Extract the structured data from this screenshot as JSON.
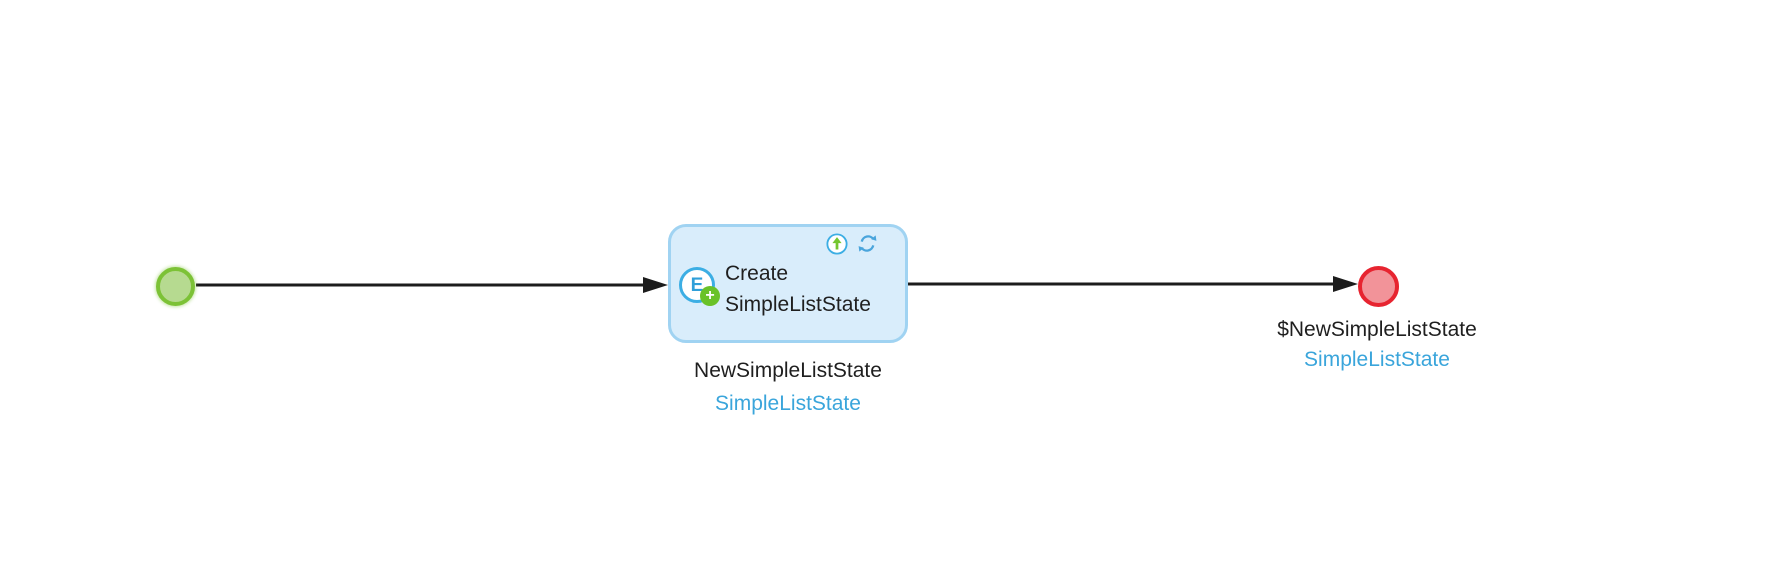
{
  "diagram": {
    "kind": "action-flow",
    "background": "#ffffff",
    "start_node": {
      "shape": "circle",
      "fill": "#b6da90",
      "border": "#7cc236"
    },
    "activity_node": {
      "label_line1": "Create",
      "label_line2": "SimpleListState",
      "fill": "#d9edfb",
      "border": "#a0d3f2",
      "entity_icon_letter": "E",
      "plus_badge_glyph": "+",
      "caption": {
        "name": "NewSimpleListState",
        "type": "SimpleListState"
      }
    },
    "end_node": {
      "shape": "circle",
      "fill": "#f29399",
      "border": "#e72430",
      "caption": {
        "name": "$NewSimpleListState",
        "type": "SimpleListState"
      }
    },
    "colors": {
      "connector": "#1c1c1c",
      "type_link_blue": "#3aa5db",
      "label_text": "#1f1f1f",
      "entity_ring_blue": "#3caee4",
      "badge_green": "#69c228",
      "arrow_up_green": "#74c62f",
      "refresh_blue": "#4aa5dc"
    }
  }
}
